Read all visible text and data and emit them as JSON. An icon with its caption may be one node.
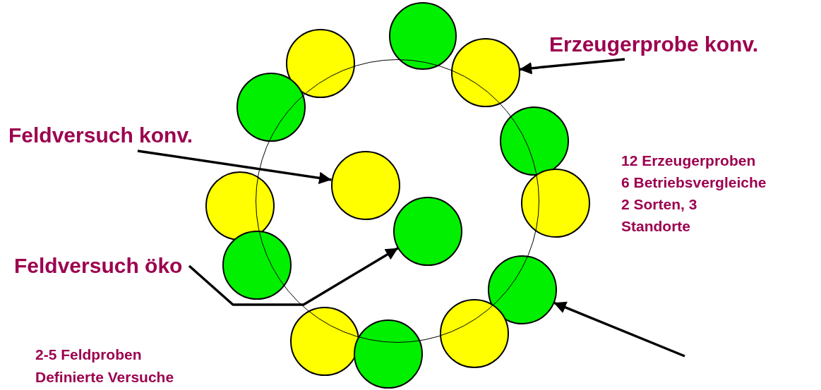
{
  "diagram": {
    "nodes": [
      {
        "text": [],
        "shape": "circle"
      },
      {
        "text": [],
        "shape": "circle"
      },
      {
        "text": [],
        "shape": "circle"
      },
      {
        "text": [],
        "shape": "circle"
      },
      {
        "text": [
          "Erzeugerprobe konv."
        ]
      },
      {
        "text": [],
        "shape": "circle"
      },
      {
        "text": [],
        "shape": "circle"
      },
      {
        "text": [
          "Feldversuch konv."
        ]
      },
      {
        "text": [],
        "shape": "circle",
        "in": 0
      },
      {
        "text": [],
        "shape": "circle"
      },
      {
        "text": [],
        "shape": "circle"
      },
      {
        "text": [],
        "shape": "circle",
        "in": 0
      },
      {
        "text": [],
        "shape": "circle"
      },
      {
        "text": [
          "Feldversuch öko"
        ]
      },
      {
        "text": [],
        "shape": "circle"
      },
      {
        "text": [],
        "shape": "circle"
      },
      {
        "text": [],
        "shape": "circle"
      },
      {
        "text": [],
        "shape": "circle"
      }
    ],
    "edges": [
      {
        "from": 4,
        "to": 3,
        "arrow": "to"
      },
      {
        "from": 7,
        "to": 8,
        "arrow": "to"
      },
      {
        "from": 13,
        "to": 11,
        "arrow": "to"
      },
      {
        "from": null,
        "to": 14,
        "arrow": "to"
      }
    ],
    "labels": [
      "12 Erzeugerproben",
      "6 Betriebsvergleiche",
      "2 Sorten, 3 Standorte",
      "2-5 Feldproben",
      "Definierte Versuche"
    ]
  }
}
